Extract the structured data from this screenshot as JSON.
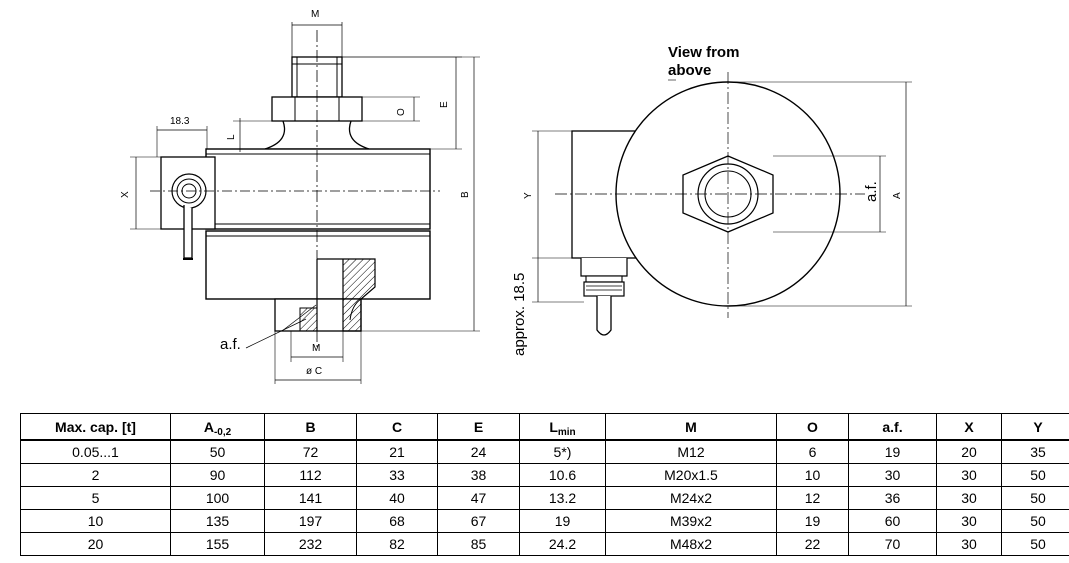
{
  "side_view": {
    "dim_M_top": "M",
    "dim_O": "O",
    "dim_E": "E",
    "dim_L": "L",
    "dim_18_3": "18.3",
    "dim_X": "X",
    "dim_B": "B",
    "dim_M_bottom": "M",
    "dim_C": "ø C",
    "af_label": "a.f."
  },
  "top_view": {
    "title_line1": "View from",
    "title_line2": "above",
    "dim_Y": "Y",
    "dim_af": "a.f.",
    "dim_A": "A",
    "approx": "approx. 18.5"
  },
  "table": {
    "headers": [
      {
        "main": "Max. cap.  [t]",
        "sub": ""
      },
      {
        "main": "A",
        "sub": "-0,2"
      },
      {
        "main": "B",
        "sub": ""
      },
      {
        "main": "C",
        "sub": ""
      },
      {
        "main": "E",
        "sub": ""
      },
      {
        "main": "L",
        "sub": "min"
      },
      {
        "main": "M",
        "sub": ""
      },
      {
        "main": "O",
        "sub": ""
      },
      {
        "main": "a.f.",
        "sub": ""
      },
      {
        "main": "X",
        "sub": ""
      },
      {
        "main": "Y",
        "sub": ""
      }
    ],
    "rows": [
      [
        "0.05...1",
        "50",
        "72",
        "21",
        "24",
        "5*)",
        "M12",
        "6",
        "19",
        "20",
        "35"
      ],
      [
        "2",
        "90",
        "112",
        "33",
        "38",
        "10.6",
        "M20x1.5",
        "10",
        "30",
        "30",
        "50"
      ],
      [
        "5",
        "100",
        "141",
        "40",
        "47",
        "13.2",
        "M24x2",
        "12",
        "36",
        "30",
        "50"
      ],
      [
        "10",
        "135",
        "197",
        "68",
        "67",
        "19",
        "M39x2",
        "19",
        "60",
        "30",
        "50"
      ],
      [
        "20",
        "155",
        "232",
        "82",
        "85",
        "24.2",
        "M48x2",
        "22",
        "70",
        "30",
        "50"
      ]
    ]
  }
}
